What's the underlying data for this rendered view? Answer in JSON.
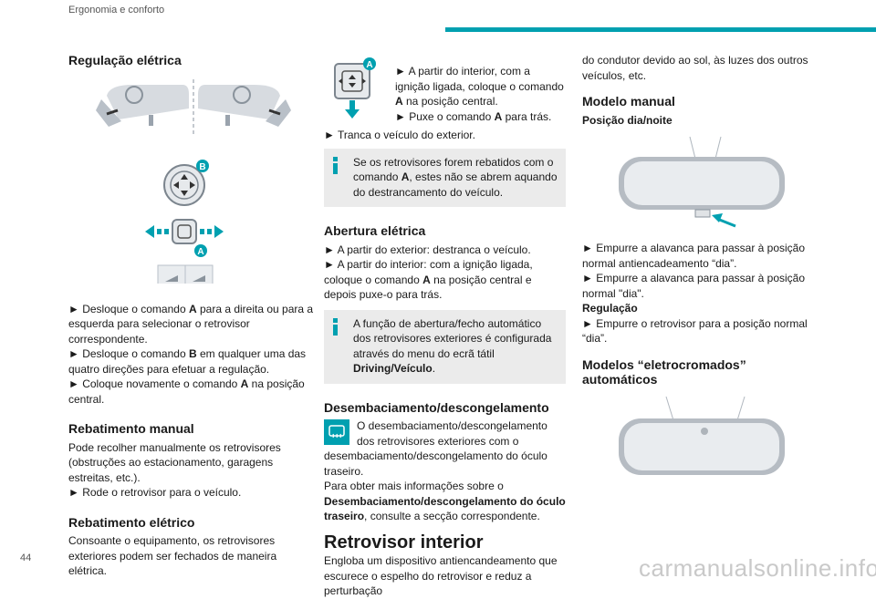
{
  "header": {
    "section": "Ergonomia e conforto",
    "accent_color": "#00a0b0"
  },
  "footer": {
    "page_number": "44",
    "watermark": "carmanualsonline.info"
  },
  "col1": {
    "h_regulacao": "Regulação elétrica",
    "label_b": "B",
    "label_a": "A",
    "reg_1a": "Desloque o comando ",
    "reg_1b": "A",
    "reg_1c": " para a direita ou para a esquerda para selecionar o retrovisor correspondente.",
    "reg_2a": "Desloque o comando ",
    "reg_2b": "B",
    "reg_2c": " em qualquer uma das quatro direções para efetuar a regulação.",
    "reg_3a": "Coloque novamente o comando ",
    "reg_3b": "A",
    "reg_3c": " na posição central.",
    "h_rebat_manual": "Rebatimento manual",
    "rm_text": "Pode recolher manualmente os retrovisores (obstruções ao estacionamento, garagens estreitas, etc.).",
    "rm_bullet": "Rode o retrovisor para o veículo.",
    "h_rebat_eletrico": "Rebatimento elétrico",
    "re_text": "Consoante o equipamento, os retrovisores exteriores podem ser fechados de maneira elétrica."
  },
  "col2": {
    "label_a": "A",
    "b1a": "A partir do interior, com a ignição ligada, coloque o comando ",
    "b1b": "A",
    "b1c": " na posição central.",
    "b2a": "Puxe o comando ",
    "b2b": "A",
    "b2c": " para trás.",
    "b3": "Tranca o veículo do exterior.",
    "note1a": "Se os retrovisores forem rebatidos com o comando ",
    "note1b": "A",
    "note1c": ", estes não se abrem aquando do destrancamento do veículo.",
    "h_abertura": "Abertura elétrica",
    "ab1": "A partir do exterior: destranca o veículo.",
    "ab2a": "A partir do interior: com a ignição ligada, coloque o comando ",
    "ab2b": "A",
    "ab2c": " na posição central e depois puxe-o para trás.",
    "note2a": "A função de abertura/fecho automático dos retrovisores exteriores é configurada através do menu do ecrã tátil ",
    "note2b": "Driving/Veículo",
    "note2c": ".",
    "h_desemb": "Desembaciamento/descongelamento",
    "de1": "O desembaciamento/descongelamento dos retrovisores exteriores com o desembaciamento/descongelamento do óculo traseiro.",
    "de2a": "Para obter mais informações sobre o ",
    "de2b": "Desembaciamento/descongelamento do óculo traseiro",
    "de2c": ", consulte a secção correspondente.",
    "h_retrovisor": "Retrovisor interior",
    "ri_text": "Engloba um dispositivo antiencandeamento que escurece o espelho do retrovisor e reduz a perturbação"
  },
  "col3": {
    "cont": "do condutor devido ao sol, às luzes dos outros veículos, etc.",
    "h_manual": "Modelo manual",
    "sub_dia": "Posição dia/noite",
    "m1": "Empurre a alavanca para passar à posição normal antiencadeamento “dia”.",
    "m2": "Empurre a alavanca para passar à posição normal \"dia\".",
    "sub_reg": "Regulação",
    "m3": "Empurre o retrovisor para a posição normal “dia”.",
    "h_auto": "Modelos “eletrocromados” automáticos"
  }
}
